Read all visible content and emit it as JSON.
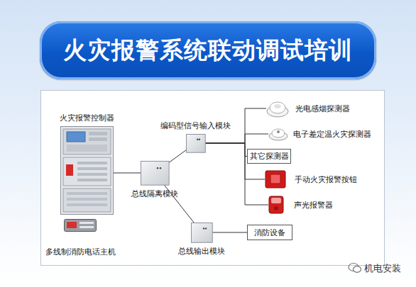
{
  "diagram": {
    "title": "火灾报警系统联动调试培训",
    "nodes": [
      {
        "text": [
          "火灾报警控制器"
        ]
      },
      {
        "text": [
          "多线制消防电话主机"
        ]
      },
      {
        "text": [
          "总线隔离模块"
        ]
      },
      {
        "text": [
          "编码型信号输入模块"
        ]
      },
      {
        "text": [
          "总线输出模块"
        ]
      },
      {
        "text": [
          "光电感烟探测器"
        ]
      },
      {
        "text": [
          "电子差定温火灾探测器"
        ]
      },
      {
        "text": [
          "其它探测器"
        ]
      },
      {
        "text": [
          "手动火灾报警按钮"
        ]
      },
      {
        "text": [
          "声光报警器"
        ]
      },
      {
        "text": [
          "消防设备"
        ]
      }
    ],
    "edges": [
      {
        "from": 0,
        "to": 2,
        "arrow": "none"
      },
      {
        "from": 2,
        "to": 3,
        "arrow": "none"
      },
      {
        "from": 2,
        "to": 4,
        "arrow": "none"
      },
      {
        "from": 3,
        "to": 5,
        "arrow": "none"
      },
      {
        "from": 3,
        "to": 6,
        "arrow": "none"
      },
      {
        "from": 3,
        "to": 7,
        "arrow": "none"
      },
      {
        "from": 3,
        "to": 8,
        "arrow": "none"
      },
      {
        "from": 3,
        "to": 9,
        "arrow": "none"
      },
      {
        "from": 4,
        "to": 10,
        "arrow": "none"
      }
    ],
    "labels": [
      "机电安装"
    ]
  }
}
